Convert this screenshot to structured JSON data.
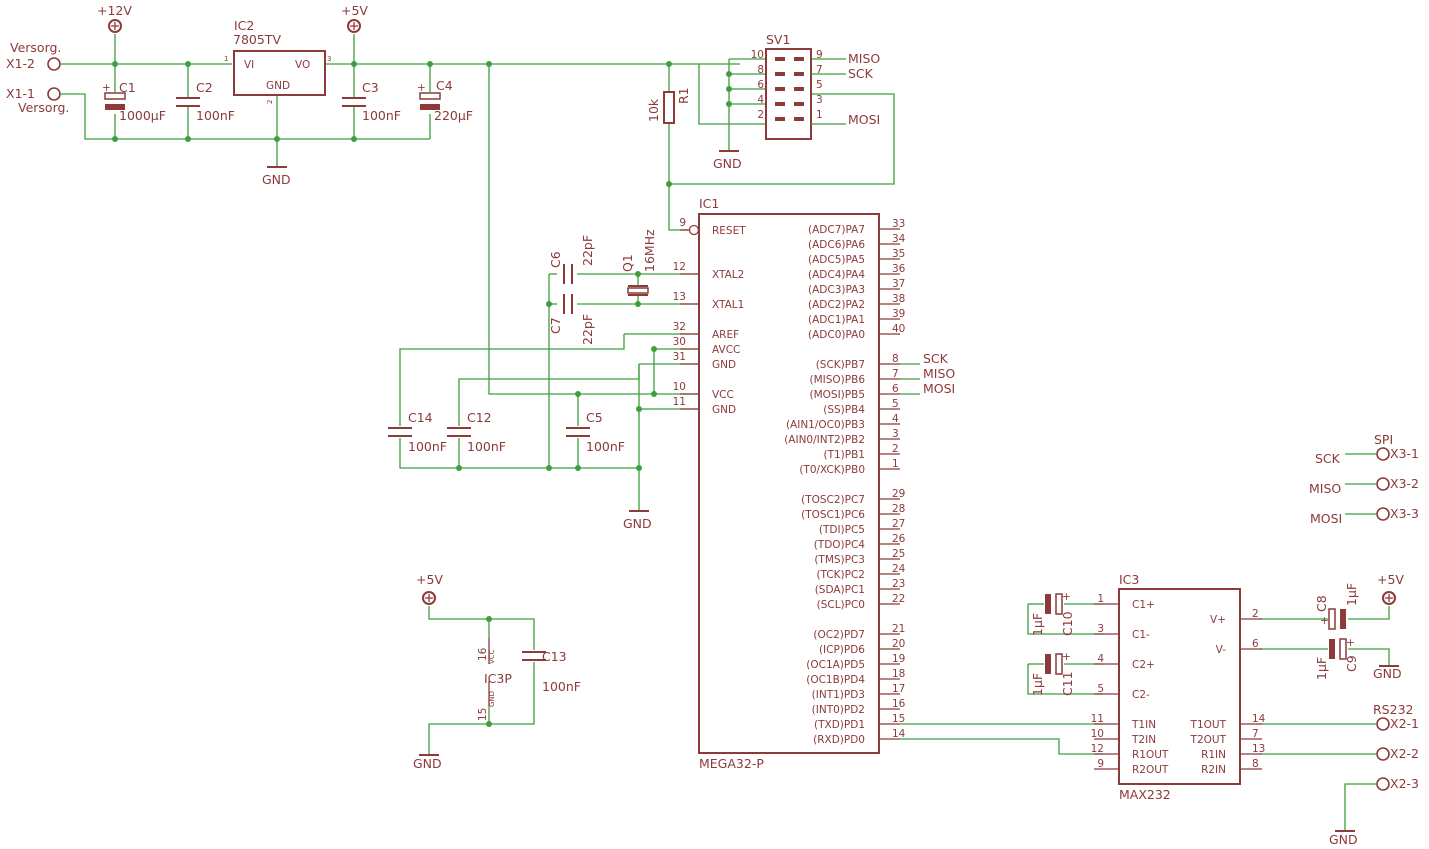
{
  "sheet": {
    "power": {
      "p12v": "+12V",
      "p5v": "+5V",
      "gnd": "GND"
    },
    "connectors": {
      "x1_2": "X1-2",
      "x1_1": "X1-1",
      "x1_label_top": "Versorg.",
      "x1_label_bottom": "Versorg.",
      "x2_1": "X2-1",
      "x2_2": "X2-2",
      "x2_3": "X2-3",
      "x2_label": "RS232",
      "x3_1": "X3-1",
      "x3_2": "X3-2",
      "x3_3": "X3-3",
      "x3_label": "SPI",
      "x3_net_sck": "SCK",
      "x3_net_miso": "MISO",
      "x3_net_mosi": "MOSI"
    },
    "ic2": {
      "name": "IC2",
      "value": "7805TV",
      "pin_vi": "VI",
      "pin_vo": "VO",
      "pin_gnd": "GND",
      "pin1": "1",
      "pin2": "2",
      "pin3": "3"
    },
    "caps": {
      "c1_name": "C1",
      "c1_value": "1000µF",
      "c2_name": "C2",
      "c2_value": "100nF",
      "c3_name": "C3",
      "c3_value": "100nF",
      "c4_name": "C4",
      "c4_value": "220µF",
      "c5_name": "C5",
      "c5_value": "100nF",
      "c6_name": "C6",
      "c6_value": "22pF",
      "c7_name": "C7",
      "c7_value": "22pF",
      "c8_name": "C8",
      "c8_value": "1µF",
      "c9_name": "C9",
      "c9_value": "1µF",
      "c10_name": "C10",
      "c10_value": "1µF",
      "c11_name": "C11",
      "c11_value": "1µF",
      "c12_name": "C12",
      "c12_value": "100nF",
      "c13_name": "C13",
      "c13_value": "100nF",
      "c14_name": "C14",
      "c14_value": "100nF"
    },
    "r1": {
      "name": "R1",
      "value": "10k"
    },
    "q1": {
      "name": "Q1",
      "value": "16MHz"
    },
    "sv1": {
      "name": "SV1",
      "pins_left": [
        "10",
        "8",
        "6",
        "4",
        "2"
      ],
      "pins_right": [
        "9",
        "7",
        "5",
        "3",
        "1"
      ],
      "net_miso": "MISO",
      "net_sck": "SCK",
      "net_mosi": "MOSI"
    },
    "ic1": {
      "name": "IC1",
      "value": "MEGA32-P",
      "left_pins": [
        {
          "num": "9",
          "label": "RESET"
        },
        {
          "num": "12",
          "label": "XTAL2"
        },
        {
          "num": "13",
          "label": "XTAL1"
        },
        {
          "num": "32",
          "label": "AREF"
        },
        {
          "num": "30",
          "label": "AVCC"
        },
        {
          "num": "31",
          "label": "GND"
        },
        {
          "num": "10",
          "label": "VCC"
        },
        {
          "num": "11",
          "label": "GND"
        }
      ],
      "right_pins": [
        {
          "num": "33",
          "label": "(ADC7)PA7"
        },
        {
          "num": "34",
          "label": "(ADC6)PA6"
        },
        {
          "num": "35",
          "label": "(ADC5)PA5"
        },
        {
          "num": "36",
          "label": "(ADC4)PA4"
        },
        {
          "num": "37",
          "label": "(ADC3)PA3"
        },
        {
          "num": "38",
          "label": "(ADC2)PA2"
        },
        {
          "num": "39",
          "label": "(ADC1)PA1"
        },
        {
          "num": "40",
          "label": "(ADC0)PA0"
        },
        {
          "num": "8",
          "label": "(SCK)PB7"
        },
        {
          "num": "7",
          "label": "(MISO)PB6"
        },
        {
          "num": "6",
          "label": "(MOSI)PB5"
        },
        {
          "num": "5",
          "label": "(SS)PB4"
        },
        {
          "num": "4",
          "label": "(AIN1/OC0)PB3"
        },
        {
          "num": "3",
          "label": "(AIN0/INT2)PB2"
        },
        {
          "num": "2",
          "label": "(T1)PB1"
        },
        {
          "num": "1",
          "label": "(T0/XCK)PB0"
        },
        {
          "num": "29",
          "label": "(TOSC2)PC7"
        },
        {
          "num": "28",
          "label": "(TOSC1)PC6"
        },
        {
          "num": "27",
          "label": "(TDI)PC5"
        },
        {
          "num": "26",
          "label": "(TDO)PC4"
        },
        {
          "num": "25",
          "label": "(TMS)PC3"
        },
        {
          "num": "24",
          "label": "(TCK)PC2"
        },
        {
          "num": "23",
          "label": "(SDA)PC1"
        },
        {
          "num": "22",
          "label": "(SCL)PC0"
        },
        {
          "num": "21",
          "label": "(OC2)PD7"
        },
        {
          "num": "20",
          "label": "(ICP)PD6"
        },
        {
          "num": "19",
          "label": "(OC1A)PD5"
        },
        {
          "num": "18",
          "label": "(OC1B)PD4"
        },
        {
          "num": "17",
          "label": "(INT1)PD3"
        },
        {
          "num": "16",
          "label": "(INT0)PD2"
        },
        {
          "num": "15",
          "label": "(TXD)PD1"
        },
        {
          "num": "14",
          "label": "(RXD)PD0"
        }
      ],
      "net_sck": "SCK",
      "net_miso": "MISO",
      "net_mosi": "MOSI"
    },
    "ic3p": {
      "name": "IC3P",
      "pin_vcc": "VCC",
      "pin_gnd": "GND",
      "pin16": "16",
      "pin15": "15"
    },
    "ic3": {
      "name": "IC3",
      "value": "MAX232",
      "left_pins": [
        {
          "num": "1",
          "label": "C1+"
        },
        {
          "num": "3",
          "label": "C1-"
        },
        {
          "num": "4",
          "label": "C2+"
        },
        {
          "num": "5",
          "label": "C2-"
        },
        {
          "num": "11",
          "label": "T1IN"
        },
        {
          "num": "10",
          "label": "T2IN"
        },
        {
          "num": "12",
          "label": "R1OUT"
        },
        {
          "num": "9",
          "label": "R2OUT"
        }
      ],
      "right_pins": [
        {
          "num": "2",
          "label": "V+"
        },
        {
          "num": "6",
          "label": "V-"
        },
        {
          "num": "14",
          "label": "T1OUT"
        },
        {
          "num": "7",
          "label": "T2OUT"
        },
        {
          "num": "13",
          "label": "R1IN"
        },
        {
          "num": "8",
          "label": "R2IN"
        }
      ]
    },
    "colors": {
      "part": "#8c3a3a",
      "net": "#3f9f3f",
      "background": "#ffffff"
    }
  }
}
